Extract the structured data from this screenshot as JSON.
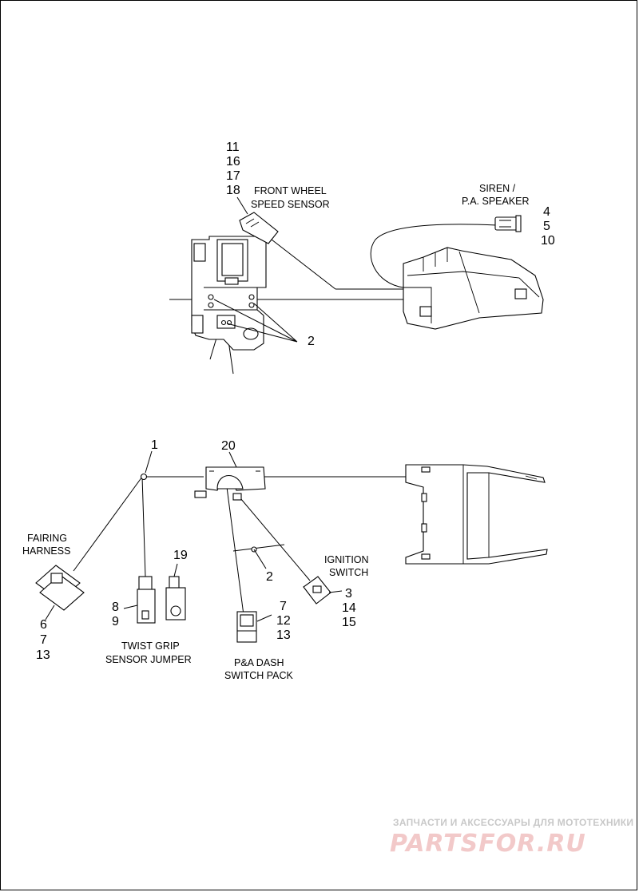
{
  "diagram": {
    "top_section": {
      "callouts": {
        "sensor_items": [
          "11",
          "16",
          "17",
          "18"
        ],
        "sensor_caption": [
          "FRONT WHEEL",
          "SPEED SENSOR"
        ],
        "siren_caption": [
          "SIREN /",
          "P.A. SPEAKER"
        ],
        "siren_items": [
          "4",
          "5",
          "10"
        ],
        "bracket_item": "2"
      }
    },
    "bottom_section": {
      "callouts": {
        "item_1": "1",
        "item_20": "20",
        "fairing_caption": [
          "FAIRING",
          "HARNESS"
        ],
        "fairing_items": [
          "6",
          "7",
          "13"
        ],
        "item_19": "19",
        "twist_items": [
          "8",
          "9"
        ],
        "twist_caption": [
          "TWIST GRIP",
          "SENSOR JUMPER"
        ],
        "tie_item": "2",
        "dash_items": [
          "7",
          "12",
          "13"
        ],
        "dash_caption": [
          "P&A DASH",
          "SWITCH PACK"
        ],
        "ignition_caption": [
          "IGNITION",
          "SWITCH"
        ],
        "ignition_items": [
          "3",
          "14",
          "15"
        ]
      }
    },
    "watermark": {
      "line1": "ЗАПЧАСТИ И АКСЕССУАРЫ ДЛЯ МОТОТЕХНИКИ",
      "line2": "PARTSFOR.RU"
    }
  }
}
